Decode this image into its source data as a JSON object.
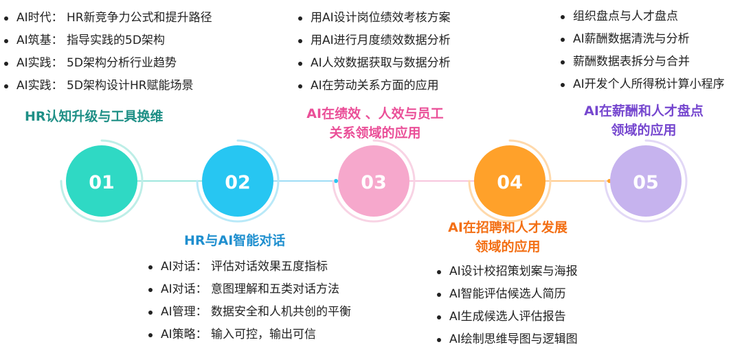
{
  "stages": [
    {
      "number": "01",
      "title": "HR认知升级与工具换维",
      "items": [
        "AI时代： HR新竞争力公式和提升路径",
        "AI筑基： 指导实践的5D架构",
        "AI实践： 5D架构分析行业趋势",
        "AI实践： 5D架构设计HR赋能场景"
      ],
      "color": "#2fd9c4",
      "title_color": "#1e8f86"
    },
    {
      "number": "02",
      "title": "HR与AI智能对话",
      "items": [
        "AI对话： 评估对话效果五度指标",
        "AI对话： 意图理解和五类对话方法",
        "AI管理： 数据安全和人机共创的平衡",
        "AI策略： 输入可控，输出可信"
      ],
      "color": "#27c6f2",
      "title_color": "#1f8fcf"
    },
    {
      "number": "03",
      "title_lines": [
        "AI在绩效 、人效与员工",
        "关系领域的应用"
      ],
      "items": [
        "用AI设计岗位绩效考核方案",
        "用AI进行月度绩效数据分析",
        "AI人效数据获取与数据分析",
        "AI在劳动关系方面的应用"
      ],
      "color": "#f6a8cc",
      "title_color": "#ea4f98"
    },
    {
      "number": "04",
      "title_lines": [
        "AI在招聘和人才发展",
        "领域的应用"
      ],
      "items": [
        "AI设计校招策划案与海报",
        "AI智能评估候选人简历",
        "AI生成候选人评估报告",
        "AI绘制思维导图与逻辑图"
      ],
      "color": "#ffa12a",
      "title_color": "#f36f14"
    },
    {
      "number": "05",
      "title_lines": [
        "AI在薪酬和人才盘点",
        "领域的应用"
      ],
      "items": [
        "组织盘点与人才盘点",
        "AI薪酬数据清洗与分析",
        "薪酬数据表拆分与合并",
        "AI开发个人所得税计算小程序"
      ],
      "color": "#c6b3ee",
      "title_color": "#7647cf"
    }
  ]
}
